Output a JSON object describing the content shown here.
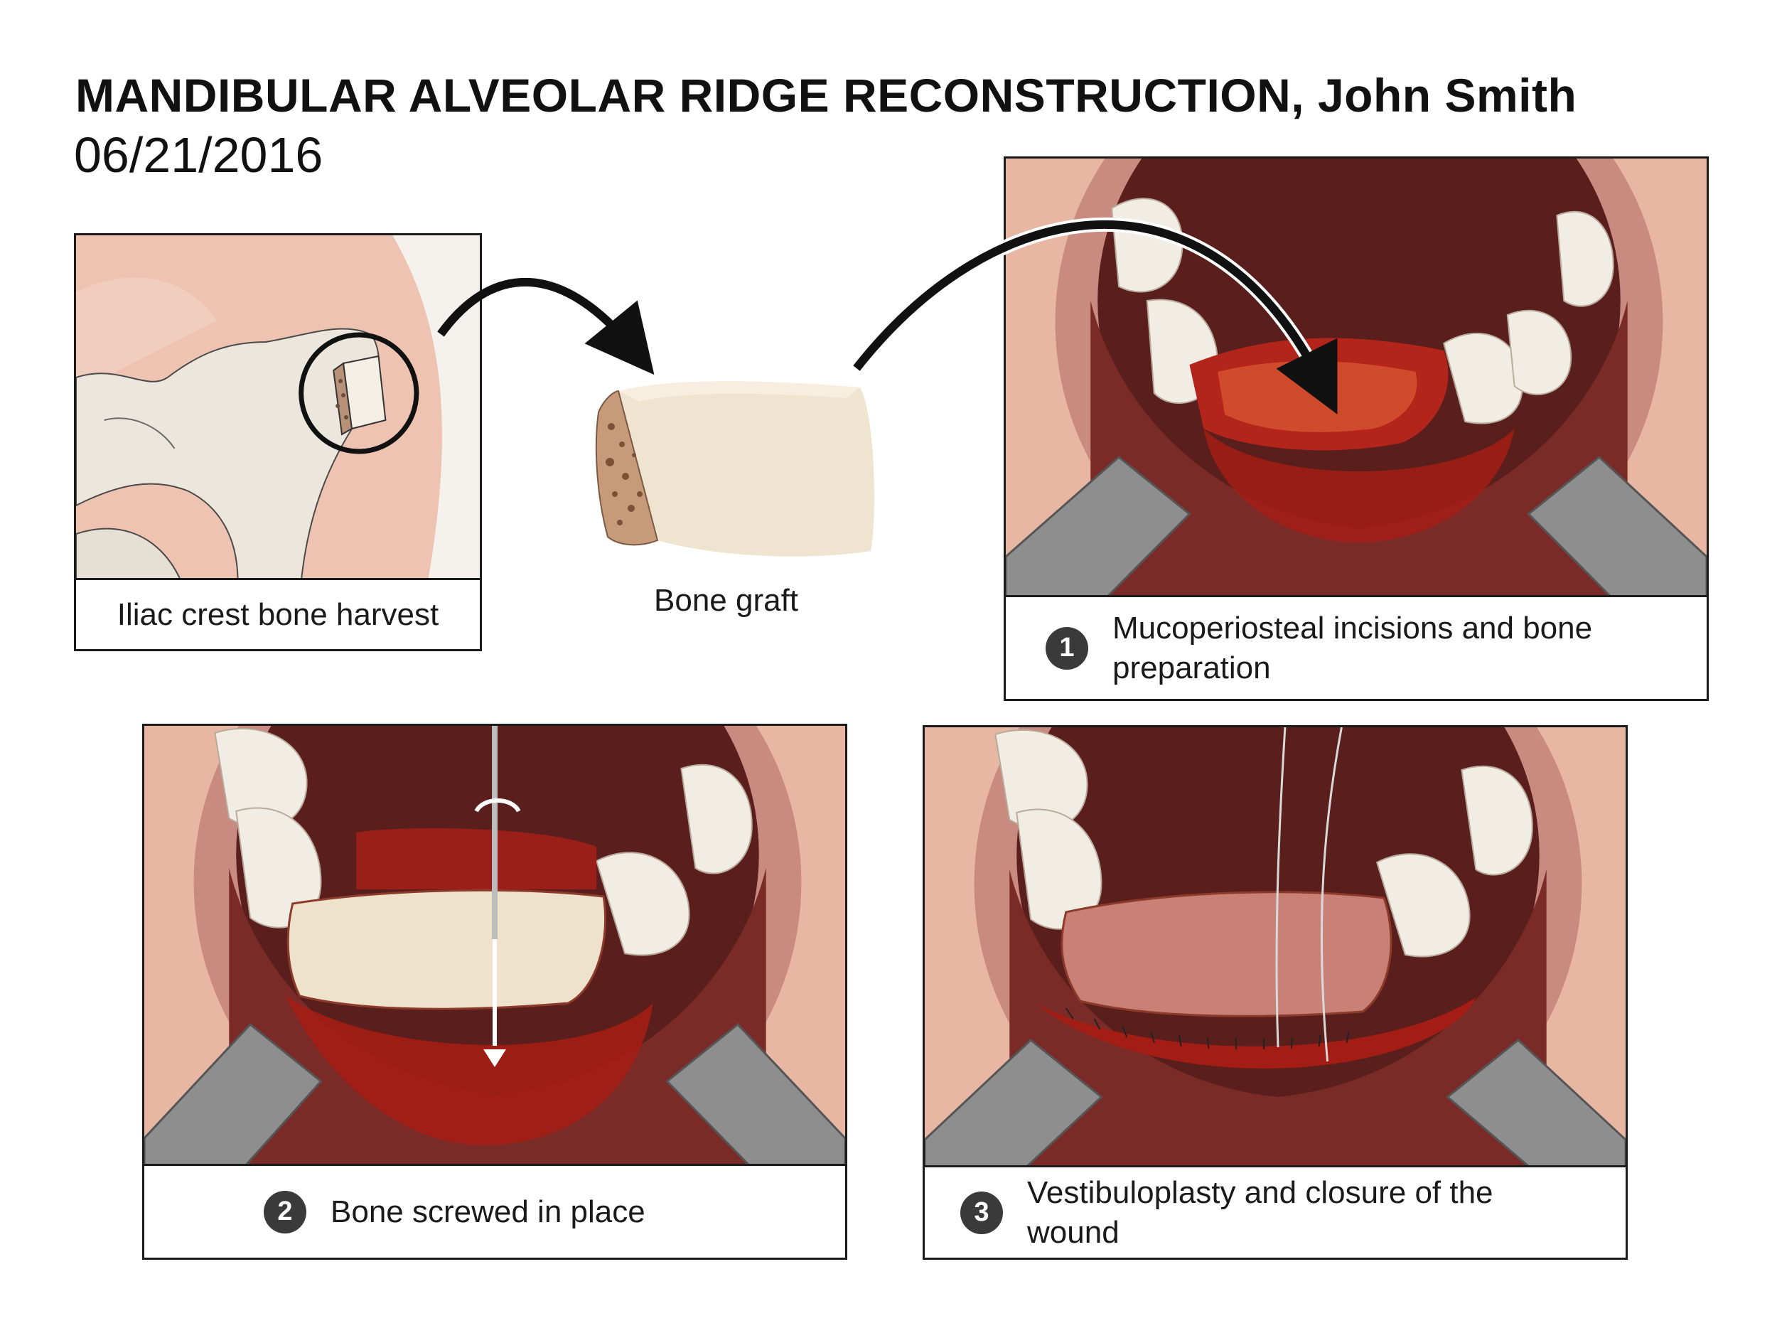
{
  "header": {
    "title": "MANDIBULAR ALVEOLAR RIDGE RECONSTRUCTION, John Smith",
    "date": "06/21/2016"
  },
  "panels": {
    "iliac": {
      "caption": "Iliac crest bone harvest"
    },
    "graft": {
      "caption": "Bone graft"
    },
    "step1": {
      "number": "1",
      "caption": "Mucoperiosteal incisions and bone preparation"
    },
    "step2": {
      "number": "2",
      "caption": "Bone screwed in place"
    },
    "step3": {
      "number": "3",
      "caption": "Vestibuloplasty and closure of the wound"
    }
  },
  "colors": {
    "skin": "#e9b9a7",
    "bone": "#efe4d0",
    "mouth_dark": "#5a1f1c",
    "blood": "#a31d14",
    "gum": "#c98a80",
    "retractor": "#8e8e8e"
  }
}
